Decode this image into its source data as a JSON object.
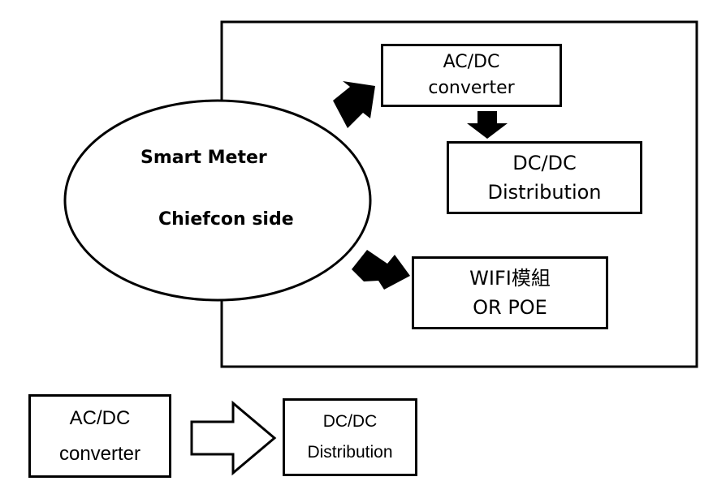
{
  "top_diagram": {
    "ellipse": {
      "line1": "Smart Meter",
      "line2": "Chiefcon side"
    },
    "box_acdc": {
      "line1": "AC/DC",
      "line2": "converter"
    },
    "box_dcdc": {
      "line1": "DC/DC",
      "line2": "Distribution"
    },
    "box_wifi": {
      "line1": "WIFI模組",
      "line2": "OR POE"
    }
  },
  "bottom_diagram": {
    "box_acdc": {
      "line1": "AC/DC",
      "line2": "converter"
    },
    "box_dcdc": {
      "line1": "DC/DC",
      "line2": "Distribution"
    }
  }
}
